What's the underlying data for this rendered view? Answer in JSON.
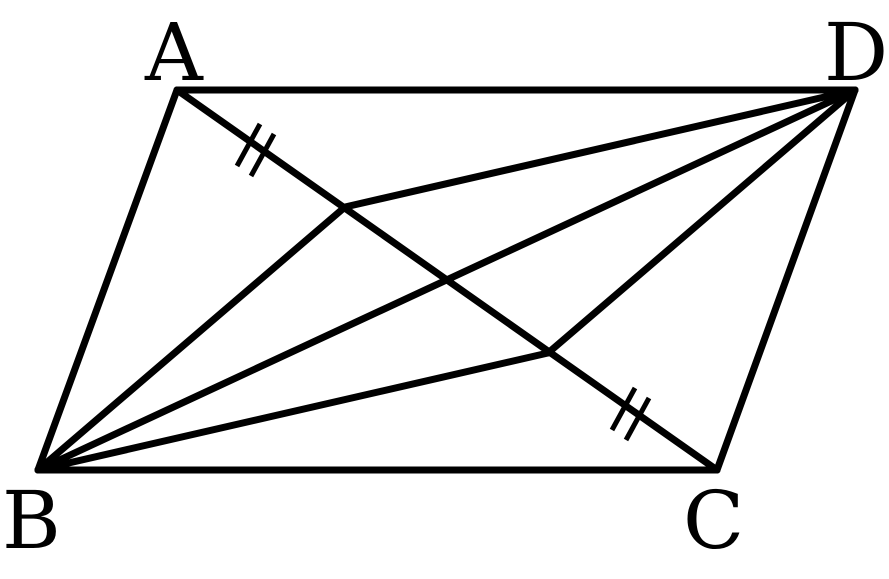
{
  "diagram": {
    "labels": {
      "A": "A",
      "B": "B",
      "C": "C",
      "D": "D"
    }
  }
}
